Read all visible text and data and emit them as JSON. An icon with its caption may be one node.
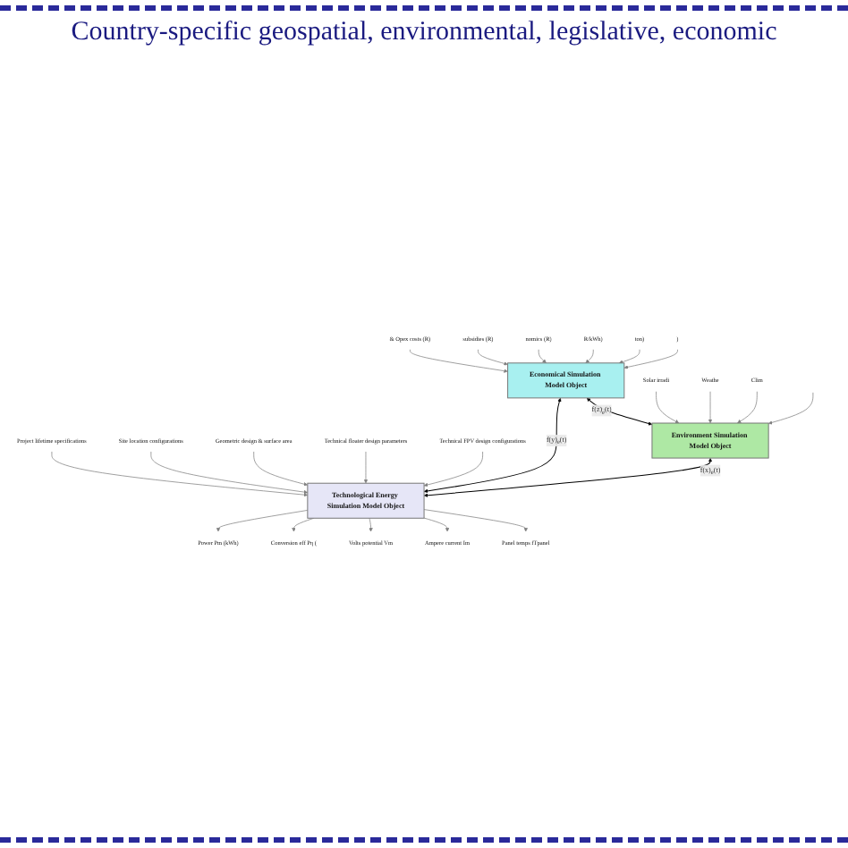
{
  "diagram": {
    "title": "Country-specific geospatial, environmental, legislative, economic",
    "nodes": [
      {
        "text": [
          "Project lifetime specifications"
        ]
      },
      {
        "text": [
          "Site location configurations"
        ]
      },
      {
        "text": [
          "Geometric design & surface area"
        ]
      },
      {
        "text": [
          "Technical floater design parameters"
        ]
      },
      {
        "text": [
          "Technical FPV design configurations"
        ]
      },
      {
        "text": [
          "Technological Energy Simulation Model Object"
        ]
      },
      {
        "text": [
          "Power Pm (kWh)"
        ]
      },
      {
        "text": [
          "Conversion eff Pη ("
        ]
      },
      {
        "text": [
          "Volts potential Vm"
        ]
      },
      {
        "text": [
          "Ampere current Im"
        ]
      },
      {
        "text": [
          "Panel temps fTpanel"
        ]
      },
      {
        "text": [
          "& Opex costs (R)"
        ]
      },
      {
        "text": [
          "subsidies (R)"
        ]
      },
      {
        "text": [
          "nomics (R)"
        ]
      },
      {
        "text": [
          "R/kWh)"
        ]
      },
      {
        "text": [
          "ton)"
        ]
      },
      {
        "text": [
          ")"
        ]
      },
      {
        "text": [
          "Economical Simulation Model Object"
        ]
      },
      {
        "text": [
          "Solar irradi"
        ]
      },
      {
        "text": [
          "Weathe"
        ]
      },
      {
        "text": [
          "Clim"
        ]
      },
      {
        "text": [
          "Environment Simulation Model Object"
        ]
      }
    ],
    "edges": [
      {
        "from": 0,
        "to": 5,
        "arrow": "to"
      },
      {
        "from": 1,
        "to": 5,
        "arrow": "to"
      },
      {
        "from": 2,
        "to": 5,
        "arrow": "to"
      },
      {
        "from": 3,
        "to": 5,
        "arrow": "to"
      },
      {
        "from": 4,
        "to": 5,
        "arrow": "to"
      },
      {
        "from": 5,
        "to": 6,
        "arrow": "to"
      },
      {
        "from": 5,
        "to": 7,
        "arrow": "to"
      },
      {
        "from": 5,
        "to": 8,
        "arrow": "to"
      },
      {
        "from": 5,
        "to": 9,
        "arrow": "to"
      },
      {
        "from": 5,
        "to": 10,
        "arrow": "to"
      },
      {
        "from": 11,
        "to": 17,
        "arrow": "to"
      },
      {
        "from": 12,
        "to": 17,
        "arrow": "to"
      },
      {
        "from": 13,
        "to": 17,
        "arrow": "to"
      },
      {
        "from": 14,
        "to": 17,
        "arrow": "to"
      },
      {
        "from": 15,
        "to": 17,
        "arrow": "to"
      },
      {
        "from": 16,
        "to": 17,
        "arrow": "to"
      },
      {
        "from": 18,
        "to": 21,
        "arrow": "to"
      },
      {
        "from": 19,
        "to": 21,
        "arrow": "to"
      },
      {
        "from": 20,
        "to": 21,
        "arrow": "to"
      },
      {
        "from": null,
        "to": 21,
        "arrow": "to"
      },
      {
        "from": 17,
        "to": 5,
        "arrow": "both",
        "label": "f(y)$_{e}$(t)",
        "color": "#000000"
      },
      {
        "from": 21,
        "to": 5,
        "arrow": "both",
        "label": "f(x)$_{e}$(t)",
        "color": "#000000"
      },
      {
        "from": 17,
        "to": 21,
        "arrow": "both",
        "label": "f(z)$_{e}$(t)",
        "color": "#000000"
      }
    ]
  }
}
